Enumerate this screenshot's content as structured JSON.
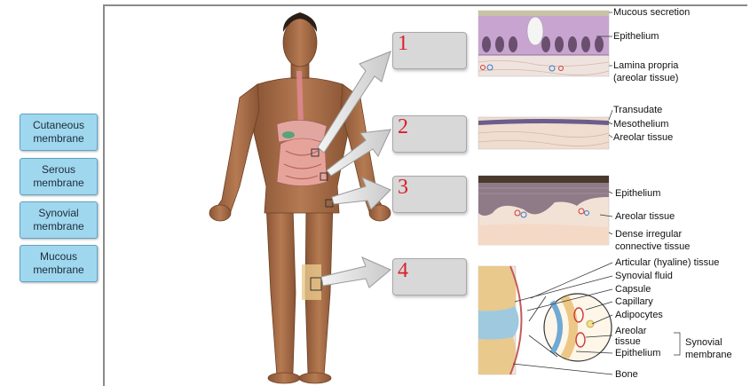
{
  "answer_buttons": [
    {
      "line1": "Cutaneous",
      "line2": "membrane"
    },
    {
      "line1": "Serous",
      "line2": "membrane"
    },
    {
      "line1": "Synovial",
      "line2": "membrane"
    },
    {
      "line1": "Mucous",
      "line2": "membrane"
    }
  ],
  "drop_targets": [
    "1",
    "2",
    "3",
    "4"
  ],
  "labels": {
    "mucous_secretion": "Mucous secretion",
    "epithelium_1": "Epithelium",
    "lamina_propria_1": "Lamina propria",
    "lamina_propria_2": "(areolar tissue)",
    "transudate": "Transudate",
    "mesothelium": "Mesothelium",
    "areolar_tissue_2": "Areolar tissue",
    "epithelium_3": "Epithelium",
    "areolar_tissue_3": "Areolar tissue",
    "dense_irregular_1": "Dense irregular",
    "dense_irregular_2": "connective tissue",
    "articular": "Articular (hyaline) tissue",
    "synovial_fluid": "Synovial fluid",
    "capsule": "Capsule",
    "capillary": "Capillary",
    "adipocytes": "Adipocytes",
    "areolar_4a": "Areolar",
    "areolar_4b": "tissue",
    "epithelium_4": "Epithelium",
    "synovial_membrane_1": "Synovial",
    "synovial_membrane_2": "membrane",
    "bone": "Bone"
  },
  "colors": {
    "button_fill": "#9fd7ee",
    "number_red": "#d9202a",
    "skin": "#a8704a",
    "drop_box": "#d8d8d8"
  }
}
